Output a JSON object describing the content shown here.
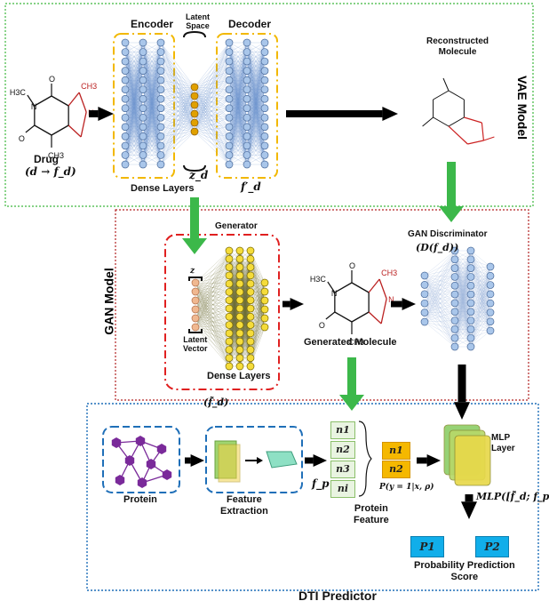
{
  "vae": {
    "panel_title": "VAE Model",
    "encoder": "Encoder",
    "latent_space": "Latent\nSpace",
    "decoder": "Decoder",
    "reconstructed": "Reconstructed\nMolecule",
    "drug": "Drug",
    "drug_map": "(d → f_d)",
    "dense_layers": "Dense Layers",
    "z_d": "z_d",
    "f_prime_d": "f′_d"
  },
  "gan": {
    "panel_title": "GAN Model",
    "generator": "Generator",
    "discriminator": "GAN Discriminator",
    "disc_expr": "(D(f_d))",
    "z": "z",
    "latent_vector": "Latent\nVector",
    "dense_layers": "Dense Layers",
    "generated": "Generated Molecule",
    "f_tilde": "(f̃_d)"
  },
  "dti": {
    "panel_title": "DTI Predictor",
    "protein": "Protein",
    "feature_extraction": "Feature\nExtraction",
    "f_p": "f_p",
    "n_items": [
      "n1",
      "n2",
      "n3",
      "ni"
    ],
    "protein_feature": "Protein\nFeature",
    "yellow_items": [
      "n1",
      "n2"
    ],
    "prob_expr": "P(y = 1|x, ρ)",
    "mlp_layer": "MLP\nLayer",
    "mlp_expr": "MLP([f̃_d; f_p])",
    "p_items": [
      "P1",
      "P2"
    ],
    "prob_score": "Probability Prediction\nScore"
  },
  "molecule_atoms": {
    "h3c": "H3C",
    "ch3": "CH3",
    "n": "N",
    "o": "O"
  },
  "colors": {
    "vae_border": "#3db83d",
    "gan_border": "#b22222",
    "dti_border": "#1f6fb8",
    "encoder_border": "#f2b800",
    "generator_border": "#e02020",
    "green_arrow": "#3cb84a",
    "neuron_blue": "#a9c6ea",
    "neuron_orange": "#e0a000",
    "neuron_yellow": "#f5dc3a",
    "protein_node": "#7a2a9a"
  }
}
